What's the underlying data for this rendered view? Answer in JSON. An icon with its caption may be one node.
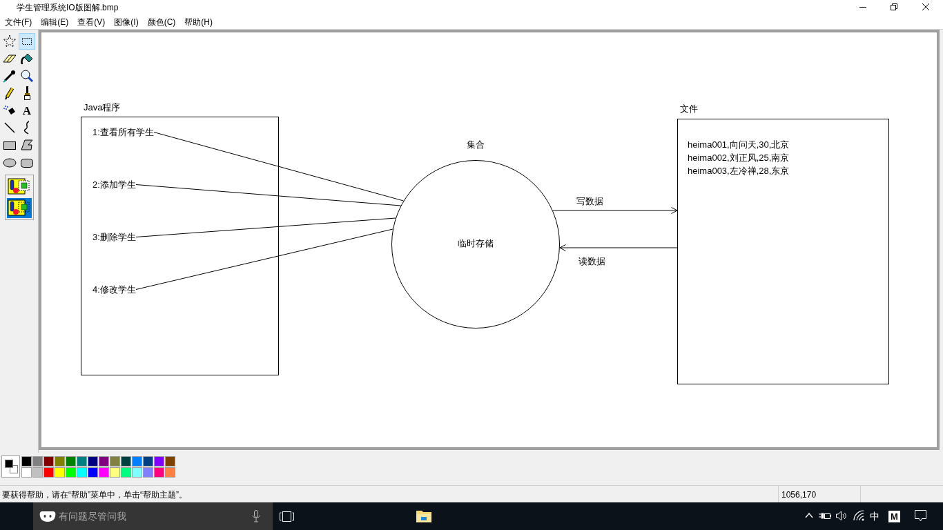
{
  "diagram": {
    "nodes": [
      {
        "text": [
          "Java程序"
        ]
      },
      {
        "text": [
          "1:查看所有学生"
        ],
        "in": 0
      },
      {
        "text": [
          "2:添加学生"
        ],
        "in": 0
      },
      {
        "text": [
          "3:删除学生"
        ],
        "in": 0
      },
      {
        "text": [
          "4:修改学生"
        ],
        "in": 0
      },
      {
        "text": [
          "集合",
          "临时存储"
        ]
      },
      {
        "text": [
          "文件",
          "heima001,向问天,30,北京",
          "heima002,刘正风,25,南京",
          "heima003,左冷禅,28,东京"
        ]
      }
    ],
    "edges": [
      {
        "from": 1,
        "to": 5,
        "arrow": "none"
      },
      {
        "from": 2,
        "to": 5,
        "arrow": "none"
      },
      {
        "from": 3,
        "to": 5,
        "arrow": "none"
      },
      {
        "from": 4,
        "to": 5,
        "arrow": "none"
      },
      {
        "from": 5,
        "to": 6,
        "arrow": "to",
        "label": "写数据"
      },
      {
        "from": 6,
        "to": 5,
        "arrow": "to",
        "label": "读数据"
      }
    ],
    "labels": [
      "学生管理系统IO版图解.bmp",
      "文件(F)",
      "编辑(E)",
      "查看(V)",
      "图像(I)",
      "颜色(C)",
      "帮助(H)",
      "A",
      "要获得帮助，请在“帮助”菜单中，单击“帮助主题”。",
      "1056,170",
      "有问题尽管问我",
      "中",
      "M"
    ]
  }
}
